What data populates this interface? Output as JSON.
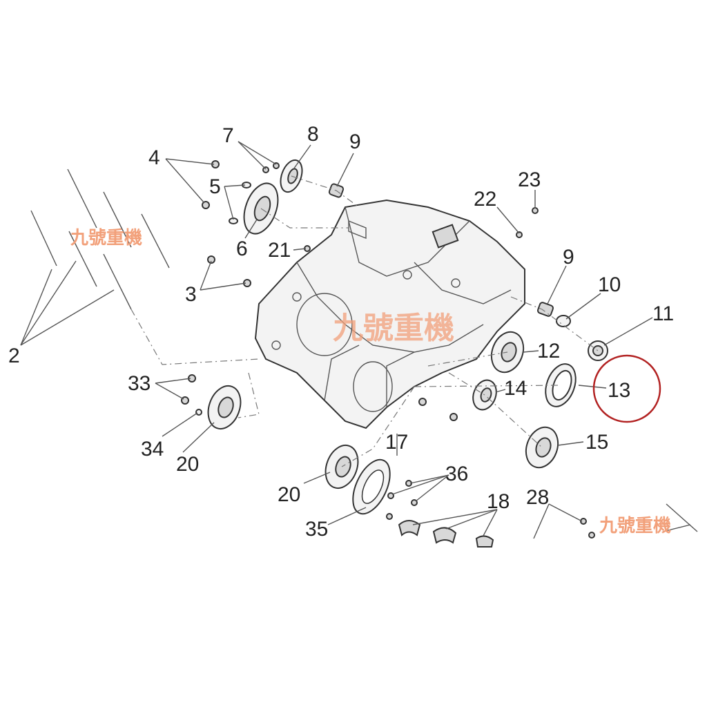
{
  "labels": {
    "p2": "2",
    "p3": "3",
    "p4": "4",
    "p5": "5",
    "p6": "6",
    "p7": "7",
    "p8": "8",
    "p9a": "9",
    "p9b": "9",
    "p10": "10",
    "p11": "11",
    "p12": "12",
    "p13": "13",
    "p14": "14",
    "p15": "15",
    "p17": "17",
    "p18": "18",
    "p20a": "20",
    "p20b": "20",
    "p21": "21",
    "p22": "22",
    "p23": "23",
    "p28": "28",
    "p33": "33",
    "p34": "34",
    "p35": "35",
    "p36": "36"
  },
  "watermark": "九號重機",
  "highlight": {
    "part": "13",
    "color": "#b22222"
  }
}
